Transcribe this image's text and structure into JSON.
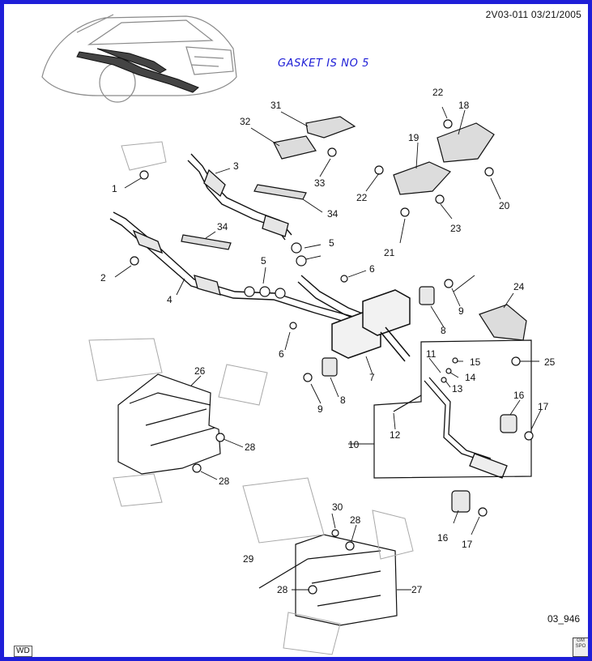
{
  "header_code": "2V03-011  03/21/2005",
  "note": "GASKET IS NO 5",
  "figure_code": "03_946",
  "corner_label": "WD",
  "corner_logo_lines": [
    "GM",
    "SPO"
  ],
  "callouts": [
    {
      "id": "c1",
      "text": "1"
    },
    {
      "id": "c2",
      "text": "2"
    },
    {
      "id": "c3",
      "text": "3"
    },
    {
      "id": "c4",
      "text": "4"
    },
    {
      "id": "c5a",
      "text": "5"
    },
    {
      "id": "c5b",
      "text": "5"
    },
    {
      "id": "c6a",
      "text": "6"
    },
    {
      "id": "c6b",
      "text": "6"
    },
    {
      "id": "c7",
      "text": "7"
    },
    {
      "id": "c8a",
      "text": "8"
    },
    {
      "id": "c8b",
      "text": "8"
    },
    {
      "id": "c9a",
      "text": "9"
    },
    {
      "id": "c9b",
      "text": "9"
    },
    {
      "id": "c10",
      "text": "10"
    },
    {
      "id": "c11",
      "text": "11"
    },
    {
      "id": "c12",
      "text": "12"
    },
    {
      "id": "c13",
      "text": "13"
    },
    {
      "id": "c14",
      "text": "14"
    },
    {
      "id": "c15",
      "text": "15"
    },
    {
      "id": "c16a",
      "text": "16"
    },
    {
      "id": "c16b",
      "text": "16"
    },
    {
      "id": "c17a",
      "text": "17"
    },
    {
      "id": "c17b",
      "text": "17"
    },
    {
      "id": "c18",
      "text": "18"
    },
    {
      "id": "c19",
      "text": "19"
    },
    {
      "id": "c20",
      "text": "20"
    },
    {
      "id": "c21",
      "text": "21"
    },
    {
      "id": "c22a",
      "text": "22"
    },
    {
      "id": "c22b",
      "text": "22"
    },
    {
      "id": "c23",
      "text": "23"
    },
    {
      "id": "c24",
      "text": "24"
    },
    {
      "id": "c25",
      "text": "25"
    },
    {
      "id": "c26",
      "text": "26"
    },
    {
      "id": "c27",
      "text": "27"
    },
    {
      "id": "c28a",
      "text": "28"
    },
    {
      "id": "c28b",
      "text": "28"
    },
    {
      "id": "c28c",
      "text": "28"
    },
    {
      "id": "c28d",
      "text": "28"
    },
    {
      "id": "c29",
      "text": "29"
    },
    {
      "id": "c30",
      "text": "30"
    },
    {
      "id": "c31",
      "text": "31"
    },
    {
      "id": "c32",
      "text": "32"
    },
    {
      "id": "c33",
      "text": "33"
    },
    {
      "id": "c34a",
      "text": "34"
    },
    {
      "id": "c34b",
      "text": "34"
    }
  ],
  "colors": {
    "frame": "#1f1fd8",
    "note": "#1c1cd6",
    "ink": "#111111",
    "ghost": "#9a9a9a",
    "part_fill": "#d9d9d9"
  }
}
